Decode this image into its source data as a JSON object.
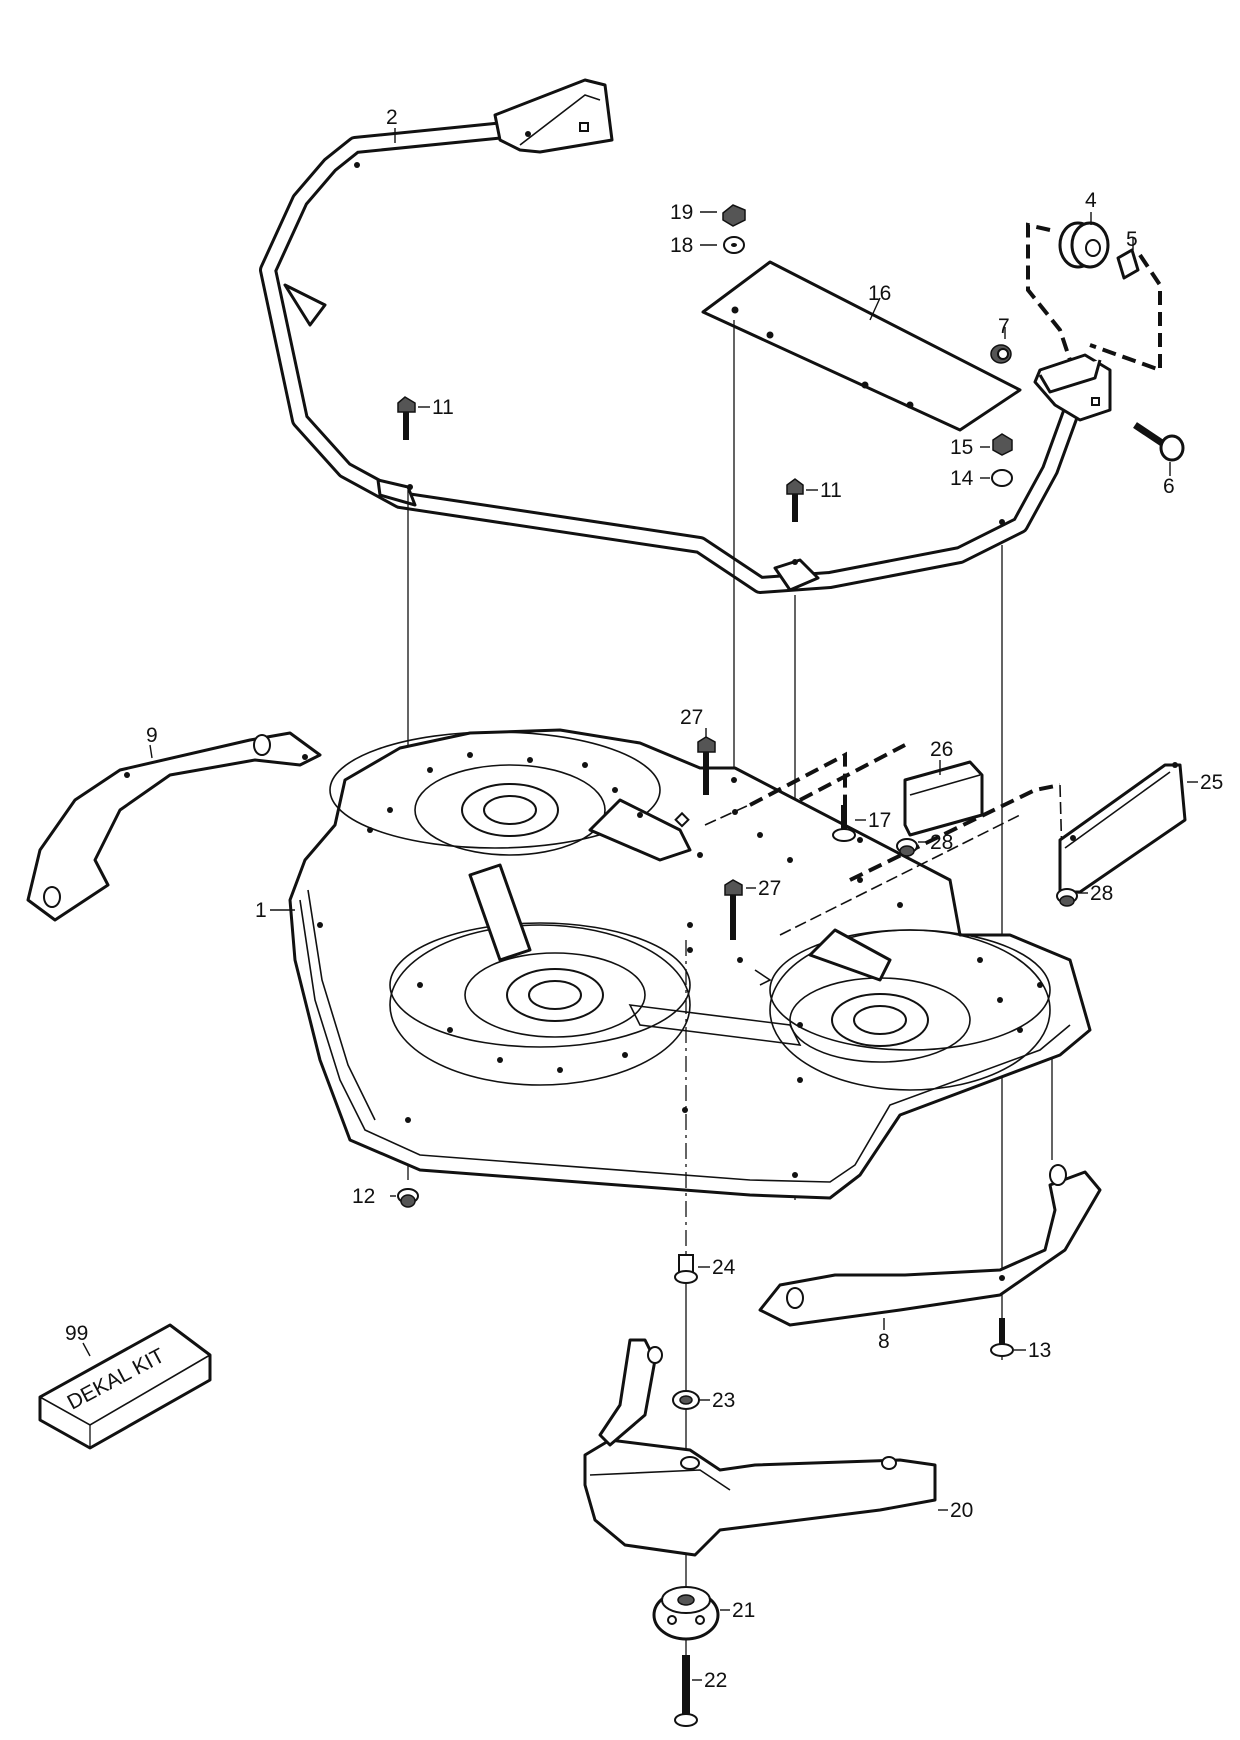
{
  "callouts": {
    "c1": "1",
    "c2": "2",
    "c4": "4",
    "c5": "5",
    "c6": "6",
    "c7": "7",
    "c8": "8",
    "c9": "9",
    "c11a": "11",
    "c11b": "11",
    "c12": "12",
    "c13": "13",
    "c14": "14",
    "c15": "15",
    "c16": "16",
    "c17": "17",
    "c18": "18",
    "c19": "19",
    "c20": "20",
    "c21": "21",
    "c22": "22",
    "c23": "23",
    "c24": "24",
    "c25": "25",
    "c26": "26",
    "c27a": "27",
    "c27b": "27",
    "c28a": "28",
    "c28b": "28",
    "c99": "99"
  },
  "decal_box_text": "DEKAL KIT"
}
